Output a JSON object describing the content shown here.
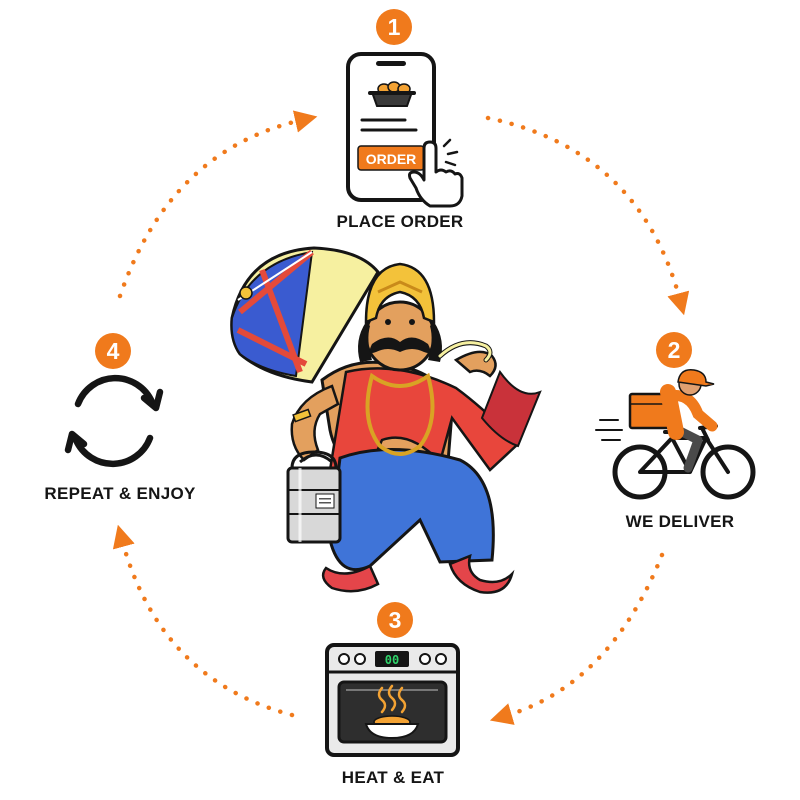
{
  "steps": [
    {
      "number": "1",
      "label": "PLACE ORDER",
      "icon": "phone-order-icon"
    },
    {
      "number": "2",
      "label": "WE DELIVER",
      "icon": "delivery-bicycle-icon"
    },
    {
      "number": "3",
      "label": "HEAT & EAT",
      "icon": "oven-icon"
    },
    {
      "number": "4",
      "label": "REPEAT & ENJOY",
      "icon": "repeat-cycle-icon"
    }
  ],
  "phone": {
    "button_label": "ORDER"
  },
  "oven": {
    "display": "00"
  },
  "colors": {
    "accent": "#f07a1c",
    "ink": "#151515",
    "display": "#2fd36a"
  }
}
